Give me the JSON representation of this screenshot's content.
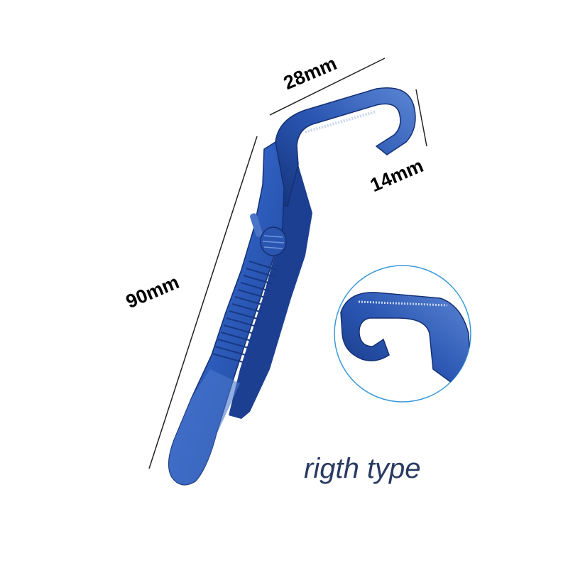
{
  "dimensions": {
    "width_label": "28mm",
    "height_label": "14mm",
    "length_label": "90mm"
  },
  "caption": "rigth type",
  "colors": {
    "metal_dark": "#1a3c8c",
    "metal_mid": "#2f5fc0",
    "metal_light": "#6f97dd",
    "inset_ring": "#3a9ad8",
    "caption": "#2a3a63"
  }
}
